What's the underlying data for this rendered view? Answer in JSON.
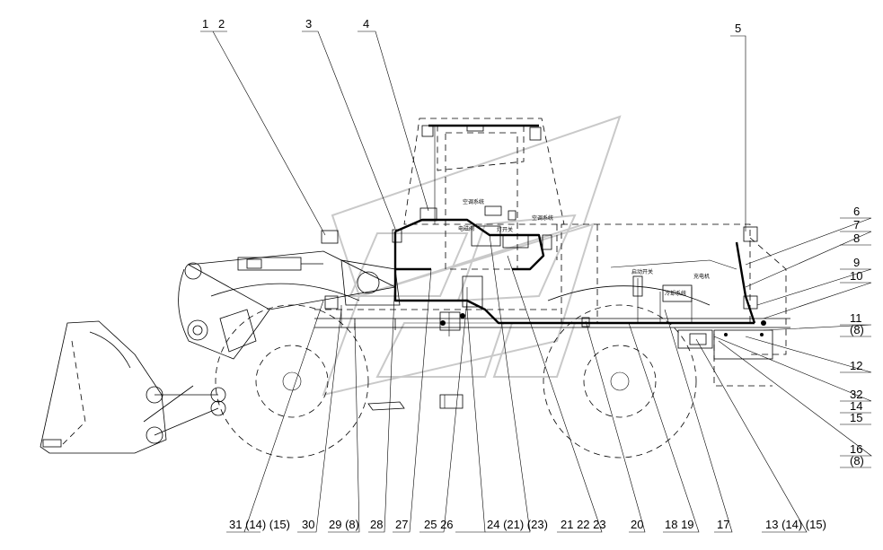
{
  "callouts": {
    "top": [
      "1",
      "2",
      "3",
      "4",
      "5"
    ],
    "right": [
      "6",
      "7",
      "8",
      "9",
      "10",
      "11",
      "(8)",
      "12",
      "32",
      "14",
      "15",
      "16",
      "(8)"
    ],
    "bottom": [
      "31 (14) (15)",
      "30",
      "29 (8)",
      "28",
      "27",
      "25 26",
      "24 (21) (23)",
      "21 22 23",
      "20",
      "18 19",
      "17",
      "13 (14) (15)"
    ]
  },
  "component_labels": [
    "空调系统",
    "电磁阀",
    "灯开关",
    "启动开关",
    "冷却系统",
    "空调系统",
    "充电机"
  ]
}
